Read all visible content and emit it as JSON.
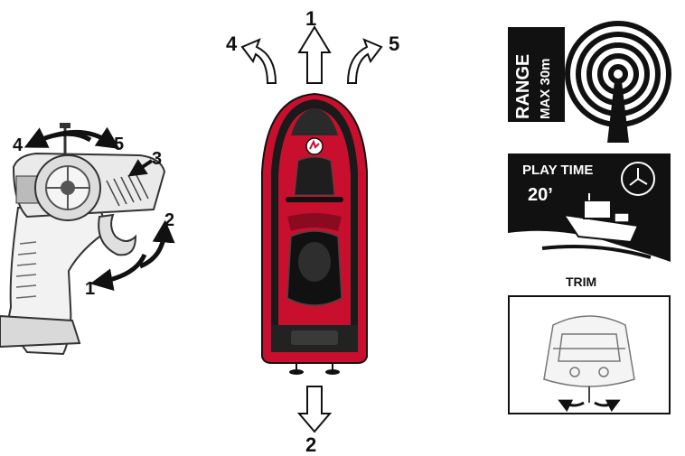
{
  "controller": {
    "labels": [
      "4",
      "5",
      "3",
      "2",
      "1"
    ]
  },
  "boat": {
    "directions": {
      "forward": "1",
      "back": "2",
      "left": "4",
      "right": "5"
    }
  },
  "range_panel": {
    "title": "RANGE",
    "distance": "MAX 30m"
  },
  "play_time_panel": {
    "title": "PLAY TIME",
    "value": "20’"
  },
  "trim_panel": {
    "title": "TRIM"
  },
  "colors": {
    "hull_red": "#c8102e",
    "hull_dark": "#1a1a1a",
    "panel_black": "#111111"
  }
}
